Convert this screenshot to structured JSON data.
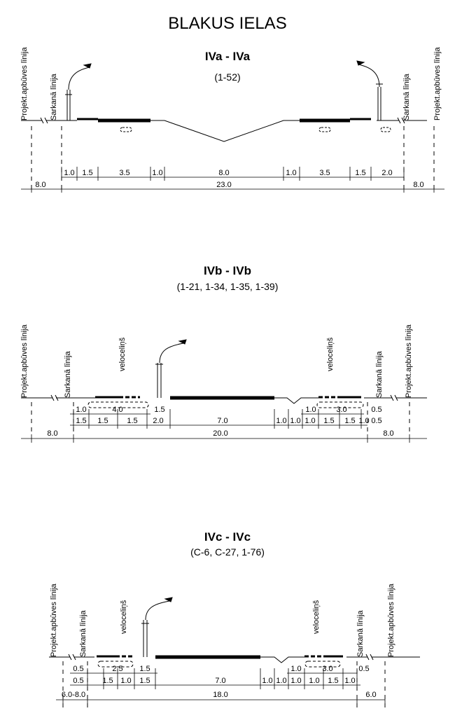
{
  "page_title": "BLAKUS IELAS",
  "labels": {
    "building_line": "Projekt.apbūves līnija",
    "red_line": "Sarkanā līnija",
    "bike_path": "veloceliņš"
  },
  "sections": [
    {
      "id": "IVa",
      "title": "IVa - IVa",
      "subtitle": "(1-52)",
      "row1": [
        "1.0",
        "1.5",
        "3.5",
        "1.0",
        "8.0",
        "1.0",
        "3.5",
        "1.5",
        "2.0"
      ],
      "total_left": "8.0",
      "total_mid": "23.0",
      "total_right": "8.0"
    },
    {
      "id": "IVb",
      "title": "IVb - IVb",
      "subtitle": "(1-21, 1-34, 1-35, 1-39)",
      "row_top": [
        "1.0",
        "4.0",
        "1.5",
        "1.0",
        "3.0",
        "0.5"
      ],
      "row_mid": [
        "1.5",
        "1.5",
        "1.5",
        "2.0",
        "7.0",
        "1.0",
        "1.0",
        "1.0",
        "1.5",
        "1.5",
        "1.0",
        "0.5"
      ],
      "total_left": "8.0",
      "total_mid": "20.0",
      "total_right": "8.0"
    },
    {
      "id": "IVc",
      "title": "IVc - IVc",
      "subtitle": "(C-6, C-27, 1-76)",
      "row_top": [
        "0.5",
        "2.5",
        "1.5",
        "1.0",
        "3.0",
        "0.5"
      ],
      "row_mid": [
        "0.5",
        "1.5",
        "1.0",
        "1.5",
        "7.0",
        "1.0",
        "1.0",
        "1.0",
        "1.0",
        "1.5",
        "1.0"
      ],
      "total_left": "6.0-8.0",
      "total_mid": "18.0",
      "total_right": "6.0"
    }
  ]
}
